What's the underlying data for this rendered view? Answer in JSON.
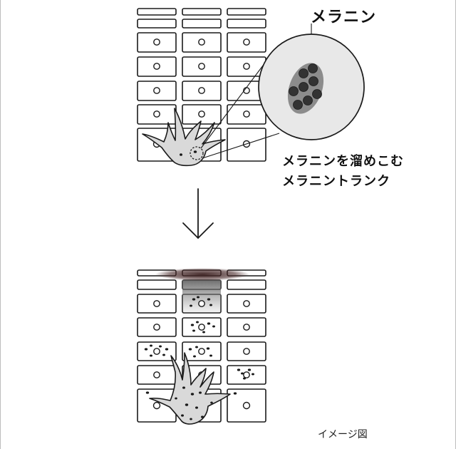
{
  "labels": {
    "melanin": "メラニン",
    "trunk_line1": "メラニンを溜めこむ",
    "trunk_line2": "メラニントランク",
    "caption": "イメージ図"
  },
  "icons": {
    "arrow": "down-arrow-icon"
  },
  "colors": {
    "outline": "#1a1a1a",
    "cell_fill": "#ffffff",
    "melanocyte_fill": "#d9d9d9",
    "zoom_fill": "#e8e8e8",
    "vesicle_fill": "#8c8c8c",
    "melanin_dot": "#333333",
    "pigment_dark": "#2a1414"
  }
}
